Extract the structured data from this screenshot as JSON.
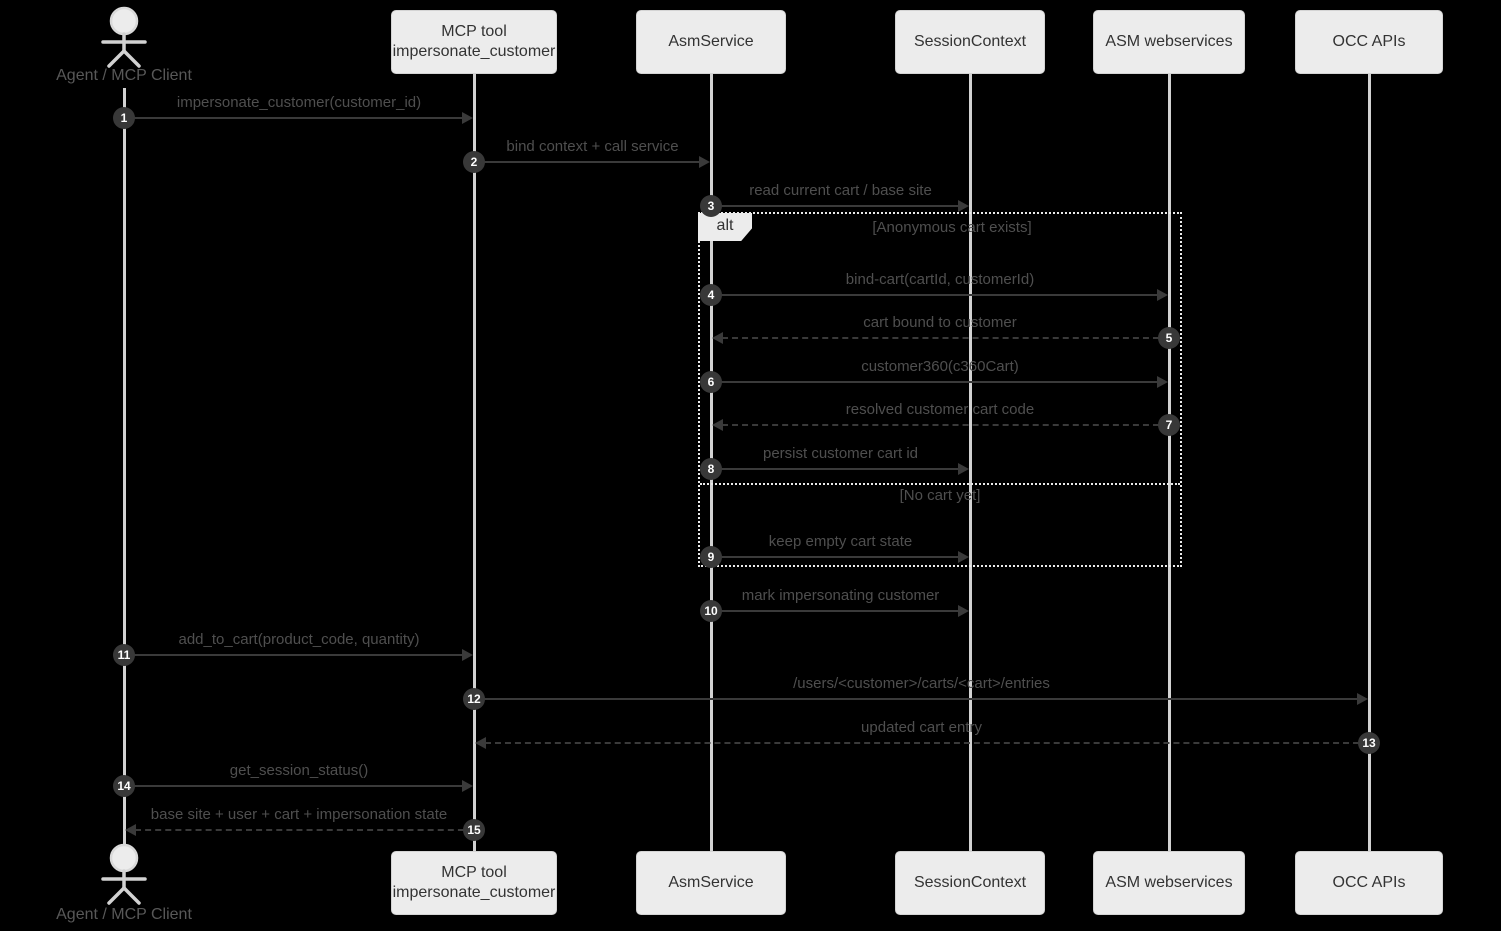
{
  "diagram": {
    "type": "sequence",
    "participants": [
      {
        "id": "agent",
        "label": "Agent / MCP Client",
        "kind": "actor"
      },
      {
        "id": "mcp-tool",
        "label": "MCP tool\nimpersonate_customer",
        "kind": "participant"
      },
      {
        "id": "asm-service",
        "label": "AsmService",
        "kind": "participant"
      },
      {
        "id": "session-context",
        "label": "SessionContext",
        "kind": "participant"
      },
      {
        "id": "asm-webservices",
        "label": "ASM webservices",
        "kind": "participant"
      },
      {
        "id": "occ-apis",
        "label": "OCC APIs",
        "kind": "participant"
      }
    ],
    "messages": [
      {
        "num": 1,
        "from": 0,
        "to": 1,
        "text": "impersonate_customer(customer_id)",
        "style": "solid"
      },
      {
        "num": 2,
        "from": 1,
        "to": 2,
        "text": "bind context + call service",
        "style": "solid"
      },
      {
        "num": 3,
        "from": 2,
        "to": 3,
        "text": "read current cart / base site",
        "style": "solid"
      },
      {
        "num": 4,
        "from": 2,
        "to": 4,
        "text": "bind-cart(cartId, customerId)",
        "style": "solid"
      },
      {
        "num": 5,
        "from": 4,
        "to": 2,
        "text": "cart bound to customer",
        "style": "dashed"
      },
      {
        "num": 6,
        "from": 2,
        "to": 4,
        "text": "customer360(c360Cart)",
        "style": "solid"
      },
      {
        "num": 7,
        "from": 4,
        "to": 2,
        "text": "resolved customer cart code",
        "style": "dashed"
      },
      {
        "num": 8,
        "from": 2,
        "to": 3,
        "text": "persist customer cart id",
        "style": "solid"
      },
      {
        "num": 9,
        "from": 2,
        "to": 3,
        "text": "keep empty cart state",
        "style": "solid"
      },
      {
        "num": 10,
        "from": 2,
        "to": 3,
        "text": "mark impersonating customer",
        "style": "solid"
      },
      {
        "num": 11,
        "from": 0,
        "to": 1,
        "text": "add_to_cart(product_code, quantity)",
        "style": "solid"
      },
      {
        "num": 12,
        "from": 1,
        "to": 5,
        "text": "/users/<customer>/carts/<cart>/entries",
        "style": "solid"
      },
      {
        "num": 13,
        "from": 5,
        "to": 1,
        "text": "updated cart entry",
        "style": "dashed"
      },
      {
        "num": 14,
        "from": 0,
        "to": 1,
        "text": "get_session_status()",
        "style": "solid"
      },
      {
        "num": 15,
        "from": 1,
        "to": 0,
        "text": "base site + user + cart + impersonation state",
        "style": "dashed"
      }
    ],
    "alt": {
      "label": "alt",
      "conditions": [
        "[Anonymous cart exists]",
        "[No cart yet]"
      ]
    },
    "colors": {
      "background": "#000000",
      "box_fill": "#ececec",
      "box_text": "#333333",
      "arrow_line": "#3a3a3a",
      "lifeline": "#d2d2d2",
      "message_text": "#4f4f4f",
      "badge_fill": "#383838",
      "badge_text": "#ffffff",
      "frame_border": "#eaeaea"
    }
  }
}
